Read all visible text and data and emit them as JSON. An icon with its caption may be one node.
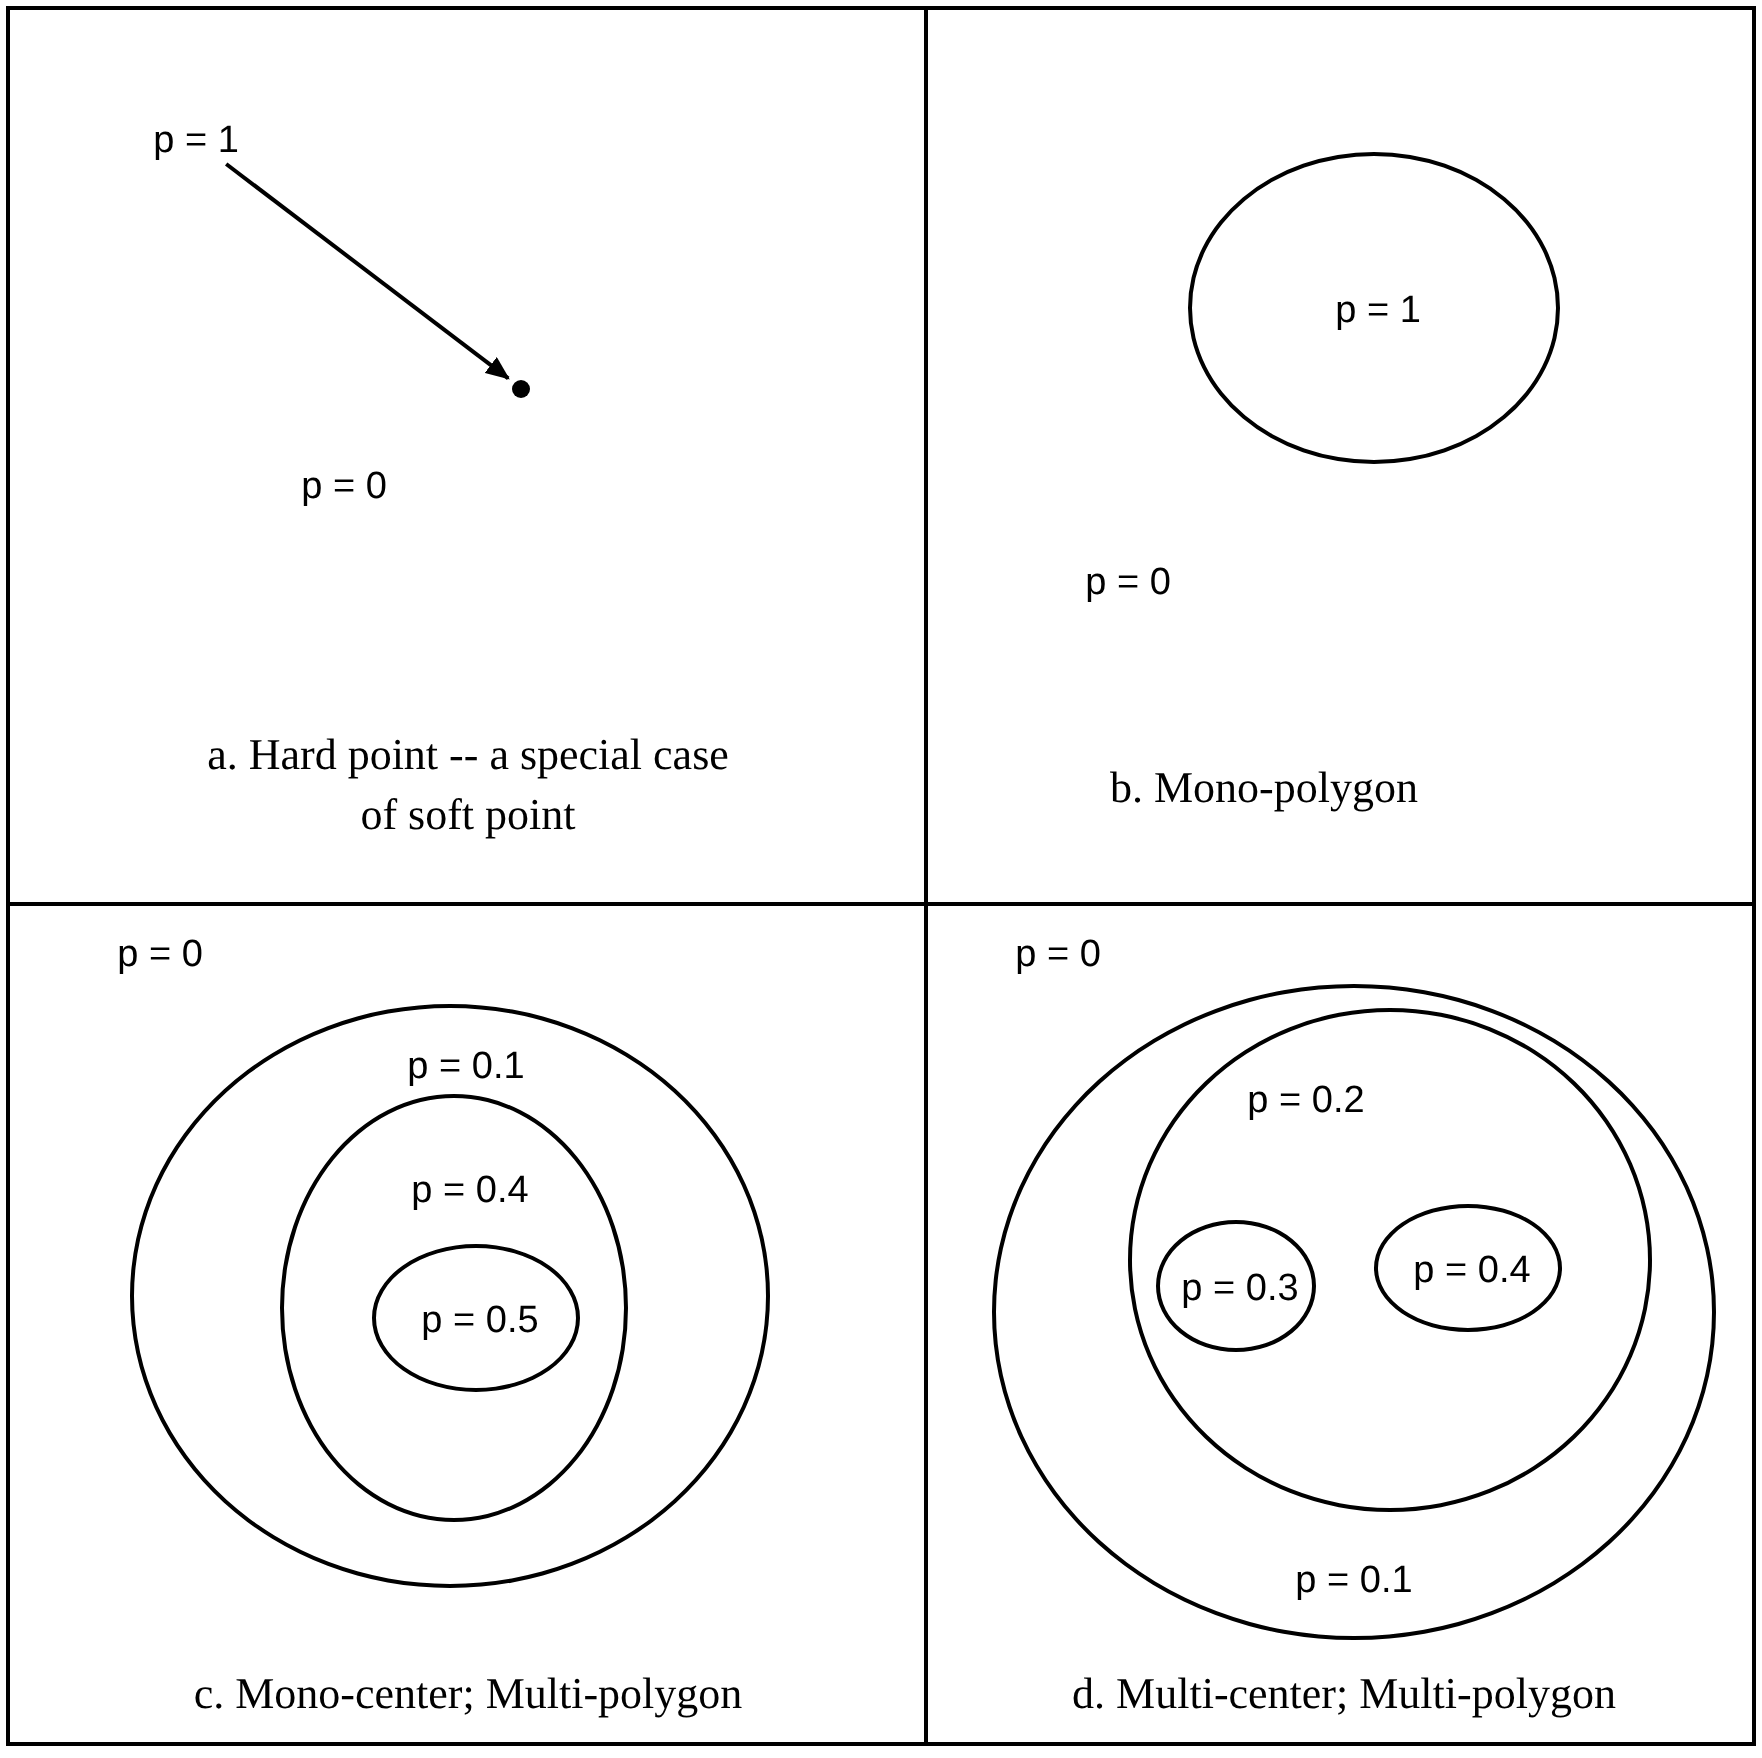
{
  "diagram": {
    "nodes": [
      {
        "text": [
          "p = 0",
          "a. Hard point -- a special case of soft point"
        ]
      },
      {
        "text": [
          "p = 1"
        ],
        "in": 0
      },
      {
        "text": [],
        "shape": "circle",
        "in": 0
      },
      {
        "text": [
          "p = 0",
          "b. Mono-polygon"
        ]
      },
      {
        "text": [
          "p = 1"
        ],
        "in": 3
      },
      {
        "text": [
          "p = 0",
          "c. Mono-center; Multi-polygon"
        ]
      },
      {
        "text": [
          "p = 0.1"
        ],
        "in": 5
      },
      {
        "text": [
          "p = 0.4"
        ],
        "in": 6
      },
      {
        "text": [
          "p = 0.5"
        ],
        "in": 7
      },
      {
        "text": [
          "p = 0",
          "d. Multi-center; Multi-polygon"
        ]
      },
      {
        "text": [
          "p = 0.1"
        ],
        "in": 9
      },
      {
        "text": [
          "p = 0.2"
        ],
        "in": 10
      },
      {
        "text": [
          "p = 0.4"
        ],
        "in": 11
      },
      {
        "text": [
          "p = 0.3"
        ],
        "in": 11
      }
    ],
    "edges": [
      {
        "from": 1,
        "to": 2,
        "arrow": "to"
      }
    ]
  }
}
